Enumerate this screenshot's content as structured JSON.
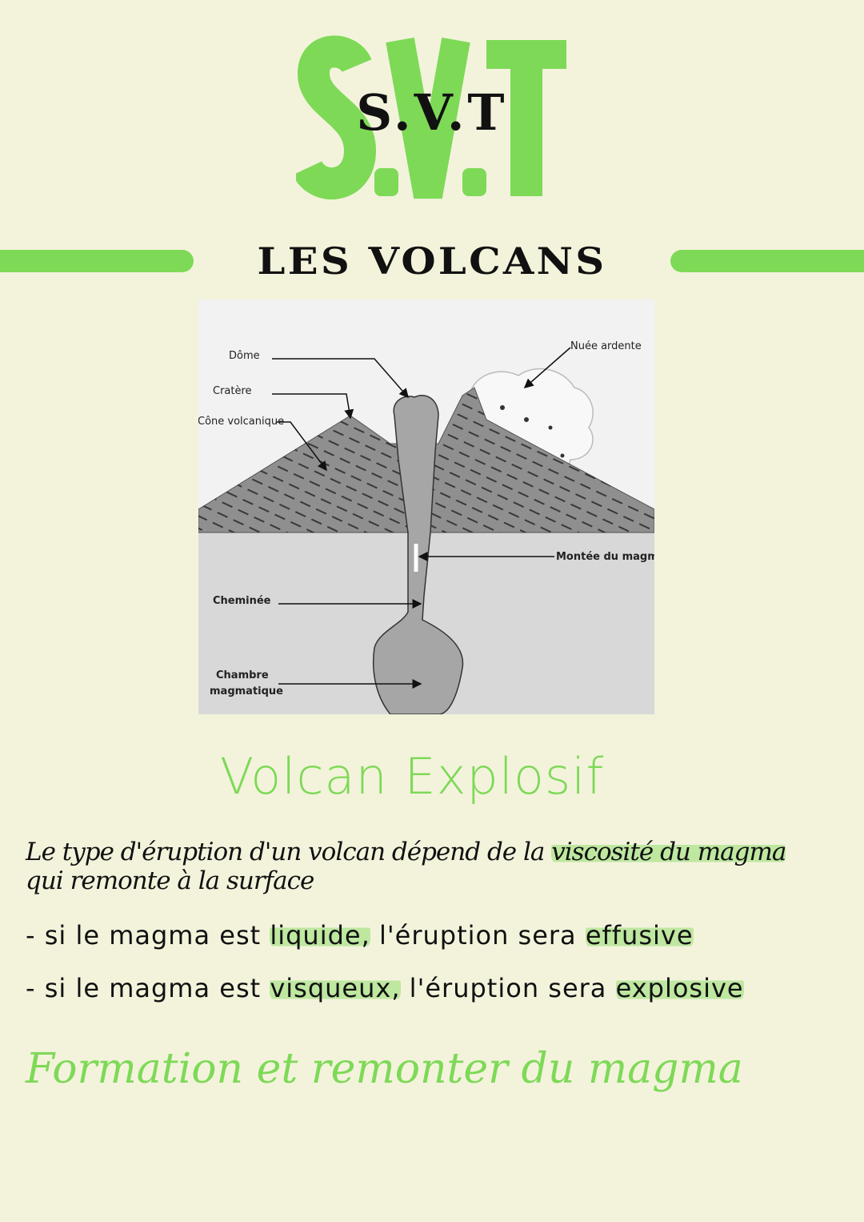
{
  "header": {
    "logo_text": "S.V.T",
    "overlay_title": "S.V.T",
    "chapter_title": "LES VOLCANS"
  },
  "diagram": {
    "labels": {
      "dome": "Dôme",
      "cratere": "Cratère",
      "cone": "Cône volcanique",
      "nuee": "Nuée ardente",
      "montee": "Montée du magma",
      "cheminee": "Cheminée",
      "chambre_1": "Chambre",
      "chambre_2": "magmatique"
    }
  },
  "subtitle": "Volcan Explosif",
  "intro": {
    "part1": "Le type d'éruption d'un volcan dépend de la ",
    "highlight": "viscosité du magma",
    "part2": "qui remonte à la surface"
  },
  "bullets": [
    {
      "prefix": "- si le magma est ",
      "term": "liquide,",
      "middle": " l'éruption sera ",
      "result": "effusive"
    },
    {
      "prefix": "- si le magma est ",
      "term": "visqueux,",
      "middle": " l'éruption sera ",
      "result": "explosive"
    }
  ],
  "section_heading": "Formation et remonter du magma",
  "colors": {
    "accent": "#7ed957",
    "background": "#f3f3dc",
    "text": "#111111"
  }
}
